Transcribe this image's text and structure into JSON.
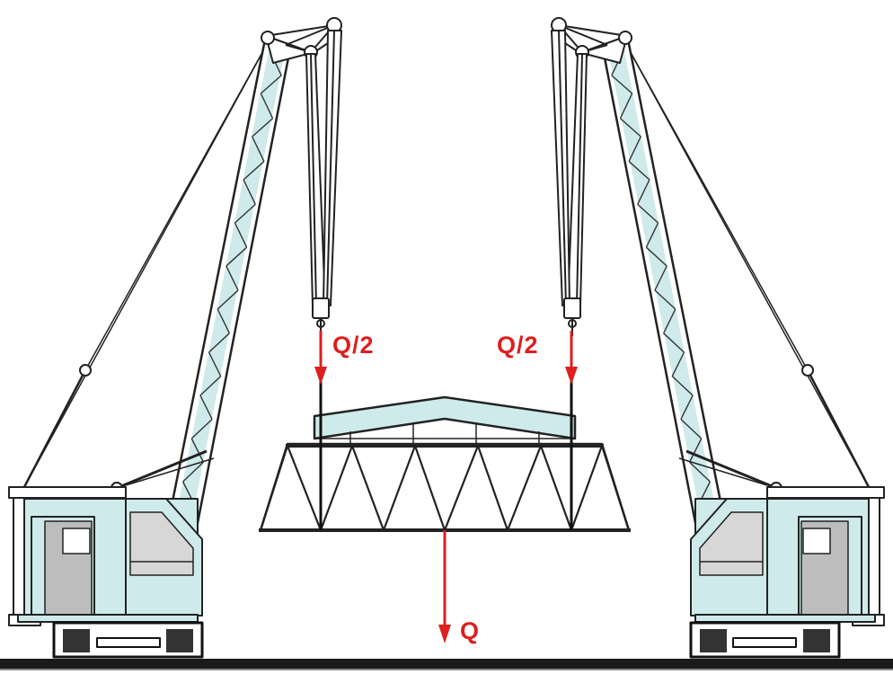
{
  "colors": {
    "line": "#222222",
    "accent": "#dd1f1f",
    "cab_fill": "#cfeaea",
    "truss_fill": "#ffffff",
    "ground": "#1a1a1a"
  },
  "labels": {
    "left_force": "Q/2",
    "right_force": "Q/2",
    "total_force": "Q"
  }
}
